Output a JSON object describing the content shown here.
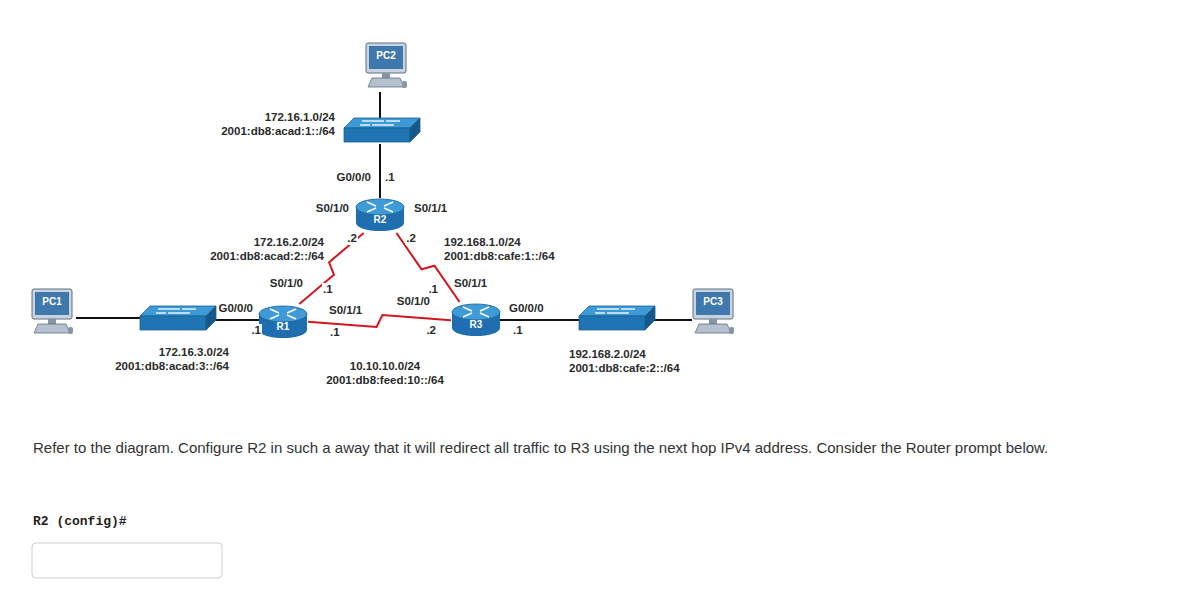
{
  "diagram": {
    "nodes": [
      {
        "text": [
          "PC2"
        ]
      },
      {
        "text": [
          "R2"
        ]
      },
      {
        "text": [
          "PC1"
        ]
      },
      {
        "text": [
          "R1"
        ]
      },
      {
        "text": [
          "R3"
        ]
      },
      {
        "text": [
          "PC3"
        ]
      }
    ],
    "edges": [
      {
        "from": 1,
        "to": 3,
        "arrow": "none"
      },
      {
        "from": 1,
        "to": 4,
        "arrow": "none"
      },
      {
        "from": 3,
        "to": 4,
        "arrow": "none"
      }
    ],
    "labels": [
      "172.16.1.0/24",
      "2001:db8:acad:1::/64",
      "G0/0/0",
      ".1",
      "S0/1/0",
      "S0/1/1",
      ".2",
      ".2",
      "172.16.2.0/24",
      "2001:db8:acad:2::/64",
      "192.168.1.0/24",
      "2001:db8:cafe:1::/64",
      "S0/1/0",
      ".1",
      "S0/1/1",
      ".1",
      "S0/1/0",
      "S0/1/1",
      "G0/0/0",
      ".1",
      ".1",
      ".2",
      "G0/0/0",
      ".1",
      "172.16.3.0/24",
      "2001:db8:acad:3::/64",
      "10.10.10.0/24",
      "2001:db8:feed:10::/64",
      "192.168.2.0/24",
      "2001:db8:cafe:2::/64",
      "Refer to the diagram. Configure R2 in such a away that it will redirect all traffic to R3 using the next hop IPv4 address. Consider the Router prompt below.",
      "R2 (config)#"
    ]
  }
}
